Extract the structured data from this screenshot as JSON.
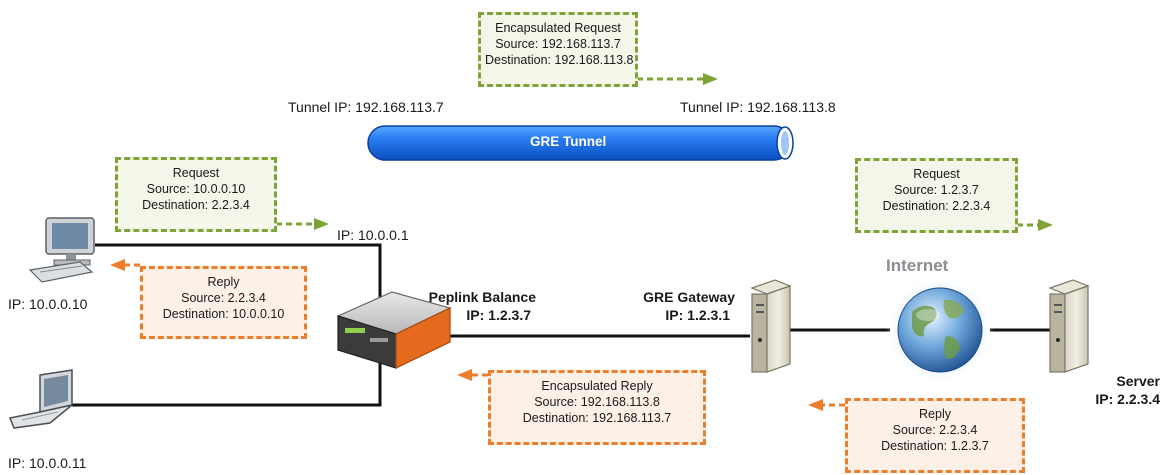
{
  "tunnel": {
    "label": "GRE Tunnel",
    "left_ip_label": "Tunnel IP: 192.168.113.7",
    "right_ip_label": "Tunnel IP: 192.168.113.8"
  },
  "boxes": {
    "encap_request": {
      "title": "Encapsulated Request",
      "source": "Source: 192.168.113.7",
      "destination": "Destination: 192.168.113.8"
    },
    "request_lan": {
      "title": "Request",
      "source": "Source: 10.0.0.10",
      "destination": "Destination: 2.2.3.4"
    },
    "reply_lan": {
      "title": "Reply",
      "source": "Source: 2.2.3.4",
      "destination": "Destination: 10.0.0.10"
    },
    "request_wan": {
      "title": "Request",
      "source": "Source: 1.2.3.7",
      "destination": "Destination: 2.2.3.4"
    },
    "encap_reply": {
      "title": "Encapsulated Reply",
      "source": "Source: 192.168.113.8",
      "destination": "Destination: 192.168.113.7"
    },
    "reply_wan": {
      "title": "Reply",
      "source": "Source: 2.2.3.4",
      "destination": "Destination: 1.2.3.7"
    }
  },
  "nodes": {
    "pc1_ip": "IP: 10.0.0.10",
    "laptop_ip": "IP: 10.0.0.11",
    "lan_gateway_ip": "IP: 10.0.0.1",
    "balance_name": "Peplink Balance",
    "balance_ip": "IP: 1.2.3.7",
    "gre_gateway_name": "GRE Gateway",
    "gre_gateway_ip": "IP: 1.2.3.1",
    "internet_label": "Internet",
    "server_name": "Server",
    "server_ip": "IP: 2.2.3.4"
  },
  "colors": {
    "green_border": "#7fa336",
    "orange_border": "#ec7d2b",
    "tunnel_blue": "#1565d8"
  }
}
